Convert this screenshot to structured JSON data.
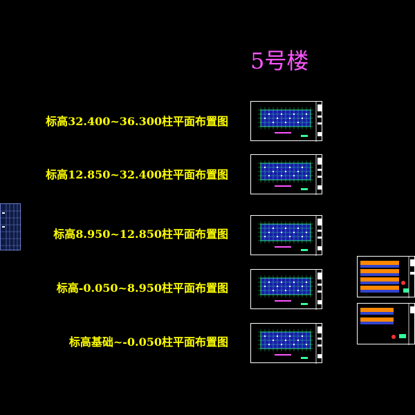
{
  "drawing": {
    "title": "5号楼",
    "labels": [
      "标高32.400~36.300柱平面布置图",
      "标高12.850~32.400柱平面布置图",
      "标高8.950~12.850柱平面布置图",
      "标高-0.050~8.950柱平面布置图",
      "标高基础~-0.050柱平面布置图"
    ]
  },
  "colors": {
    "background": "#000000",
    "title": "#ff55ff",
    "label": "#ffff00",
    "frame": "#ffffff",
    "plan_fill": "#1a1aaa",
    "grid": "#33ff99",
    "dims": "#ff55ff",
    "side_panel": "#0e1a44"
  }
}
